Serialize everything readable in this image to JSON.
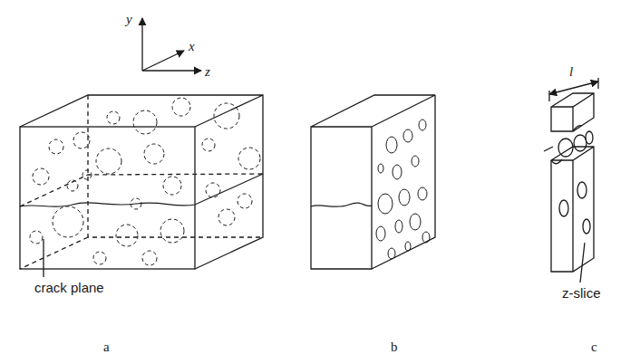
{
  "diagram": {
    "labels": [
      "y",
      "x",
      "z",
      "crack plane",
      "l",
      "z-slice",
      "a",
      "b",
      "c"
    ]
  }
}
